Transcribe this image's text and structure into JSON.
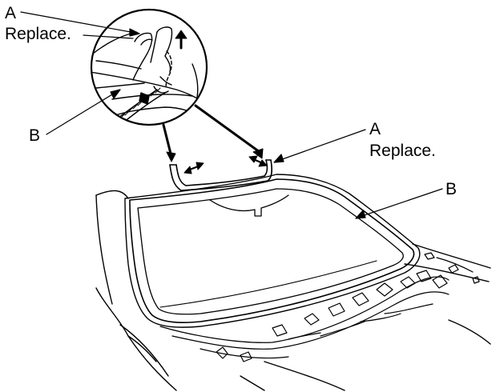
{
  "callouts": {
    "top_left": {
      "letter": "A",
      "note": "Replace."
    },
    "left": {
      "letter": "B"
    },
    "right_upper": {
      "letter": "A",
      "note": "Replace."
    },
    "right": {
      "letter": "B"
    }
  },
  "colors": {
    "line": "#000000",
    "background": "#ffffff"
  },
  "icons": [
    "windshield-illustration",
    "detail-magnifier-circle",
    "leader-arrow",
    "movement-arrow"
  ]
}
